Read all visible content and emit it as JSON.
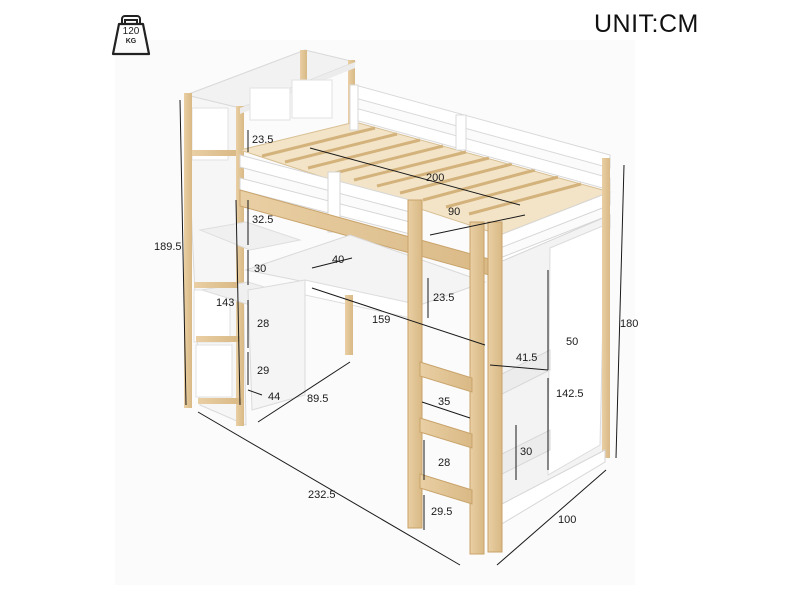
{
  "header": {
    "unit_title": "UNIT:CM",
    "weight_value": "120",
    "weight_unit": "KG",
    "weight_icon": "kettlebell-weight-icon"
  },
  "dimensions": {
    "shelf_top_height": "23.5",
    "bed_length": "200",
    "bed_width": "90",
    "shelf_gap_upper": "32.5",
    "shelf_gap_mid": "30",
    "desk_depth": "40",
    "total_height_left": "189.5",
    "shelving_height": "143",
    "desk_clearance": "23.5",
    "cube_gap_1": "28",
    "desk_length": "159",
    "wardrobe_width": "41.5",
    "wardrobe_shelf_height": "50",
    "total_height_right": "180",
    "cube_gap_2": "29",
    "base_depth": "44",
    "desk_side_width": "89.5",
    "ladder_width": "35",
    "wardrobe_height": "142.5",
    "ladder_step_gap": "28",
    "wardrobe_bottom_gap": "30",
    "ladder_bottom_gap": "29.5",
    "total_length": "232.5",
    "total_width": "100"
  }
}
